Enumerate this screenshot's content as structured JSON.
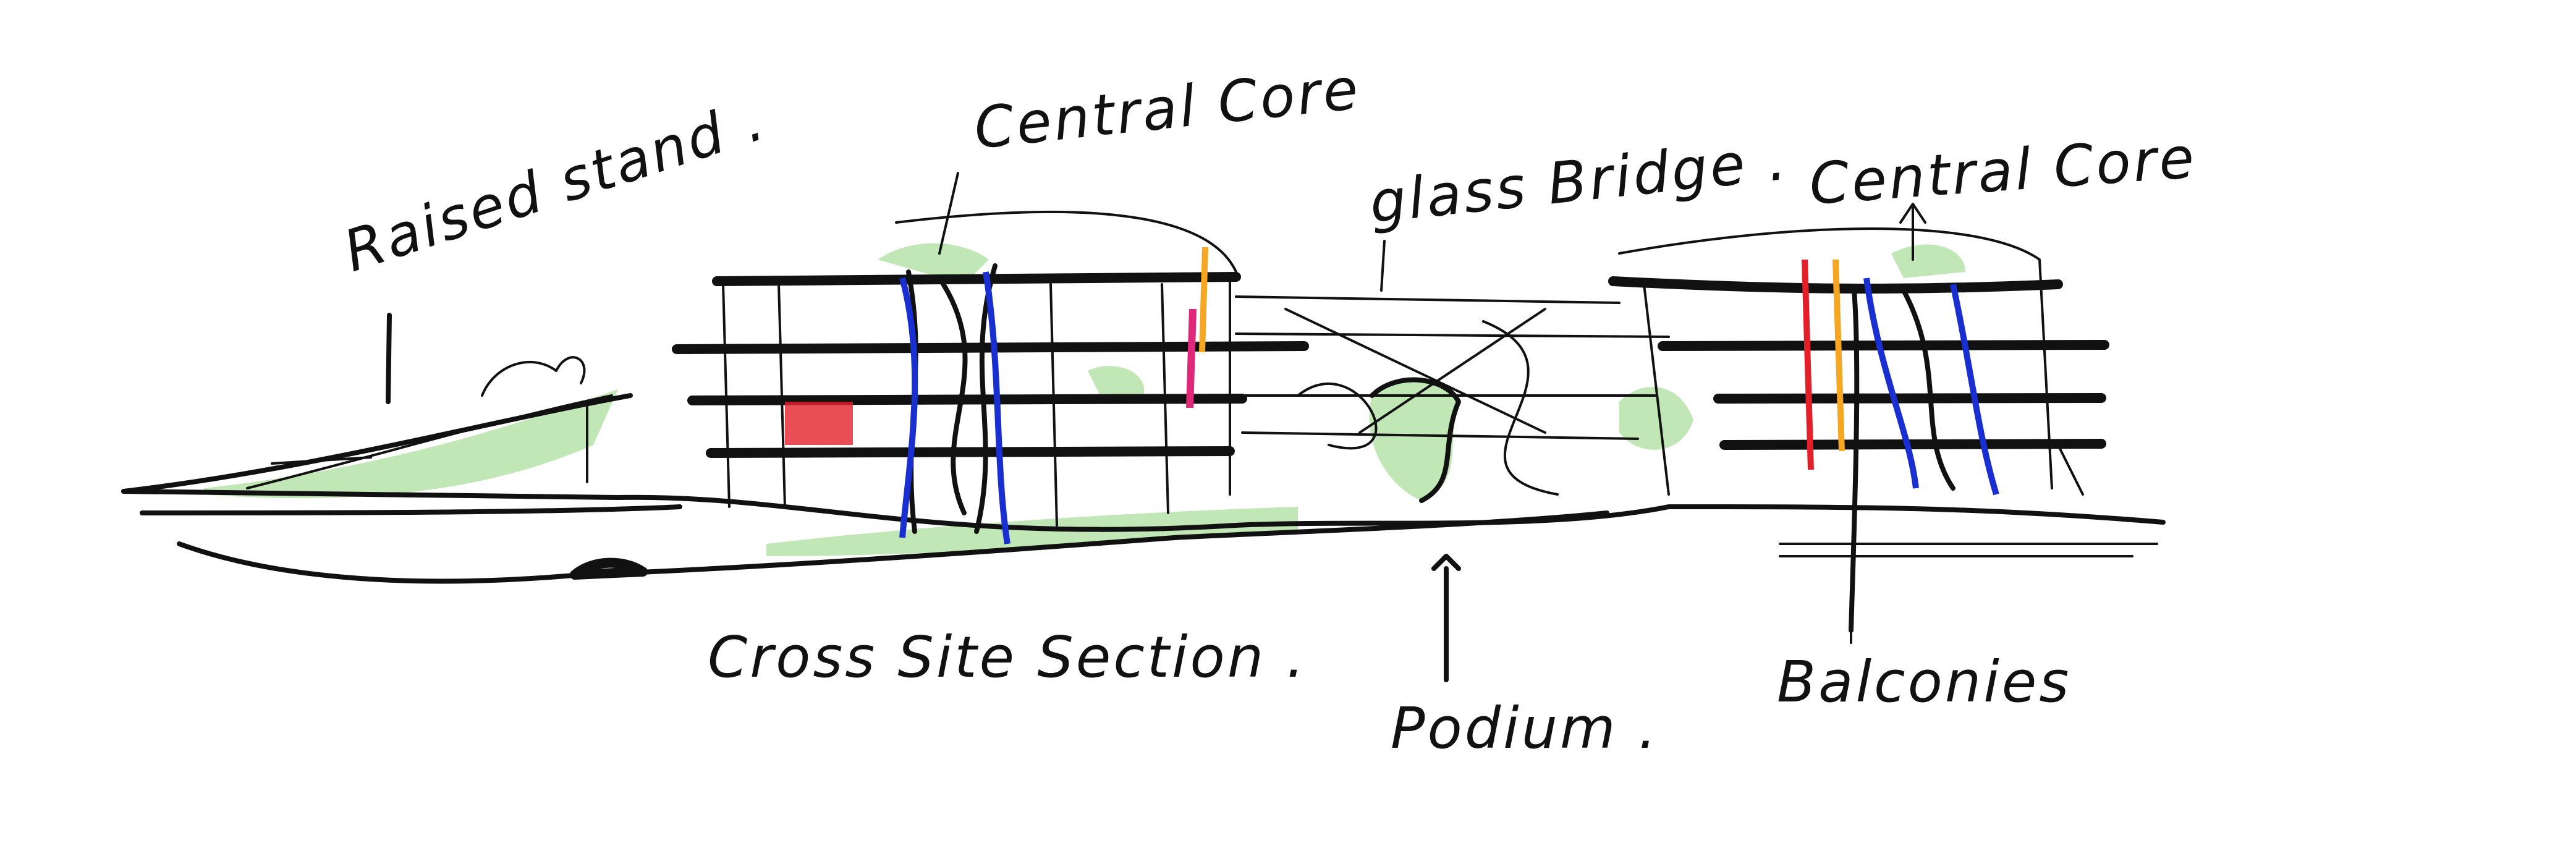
{
  "title": "Cross Site Section .",
  "labels": {
    "raised_stand": "Raised stand .",
    "central_core_left": "Central Core",
    "glass_bridge": "glass Bridge .",
    "central_core_right": "Central Core",
    "podium": "Podium .",
    "balconies": "Balconies"
  },
  "colors": {
    "ink": "#111111",
    "green": "#8fd47a",
    "blue": "#1a2fd0",
    "red": "#e3202a",
    "magenta": "#e0287a",
    "orange": "#f5a623"
  }
}
